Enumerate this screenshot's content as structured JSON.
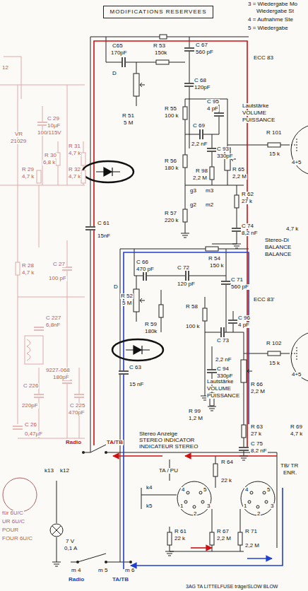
{
  "diagram": {
    "title": "MODIFICATIONS RESERVEES",
    "labels": [
      "3 = Wiedergabe Mo",
      "Wiedergabe St",
      "4 = Aufnahme Ste",
      "5 = Wiedergabe",
      "12",
      "C65",
      "170pF",
      "R 53",
      "150k",
      "C 67",
      "560 pF",
      "ECC 83",
      "D",
      "C 68",
      "120pF",
      "Lautstärke",
      "VOLUME",
      "PUISSANCE",
      "R 51",
      "5 M",
      "R 55",
      "100 k",
      "C 95",
      "4 pF",
      "C 69",
      "2,2 nF",
      "R 101",
      "15 k",
      "C 93",
      "330pF",
      "R 56",
      "180 k",
      "R 98",
      "2,2 M",
      "R 65",
      "2,2 M",
      "4+5",
      "g3",
      "m3",
      "g2",
      "m2",
      "R 62",
      "27 k",
      "R 57",
      "220 k",
      "C 74",
      "8,2 nF",
      "4,7 k",
      "C 29",
      "10µF",
      "100/115V",
      "VR",
      "21029",
      "R 30",
      "6,8 k",
      "R 31",
      "4,7 k",
      "R 29",
      "4,7 k",
      "R 32",
      "4,7 k",
      "C 61",
      "15nF",
      "R 28",
      "4,7 k",
      "C 27",
      "100 pF",
      "C 227",
      "6,8nF",
      "9227-068",
      "180pF",
      "C 226",
      "220pF",
      "C 225",
      "470pF",
      "C 26",
      "0,47µF",
      "C 66",
      "470 pF",
      "R 54",
      "150 k",
      "Stereo-Di",
      "BALANCE",
      "BALANCE",
      "C 72",
      "120 pF",
      "C 71",
      "560 pF",
      "D",
      "ECC 83'",
      "R 52",
      "5 M",
      "R 59",
      "180k",
      "R 58",
      "100 k",
      "C 96",
      "4 pF",
      "C 73",
      "2,2 nF",
      "R 102",
      "15 k",
      "C 94",
      "330pF",
      "C 63",
      "15 nF",
      "Lautstärke",
      "VOLUME",
      "PUISSANCE",
      "R 66",
      "2,2 M",
      "R 99",
      "1,2 M",
      "R 63",
      "27 k",
      "R 69",
      "4,7 k",
      "4+5",
      "C 75",
      "8,2 nF",
      "Stereo Anzeige",
      "STEREO INDICATOR",
      "INDICATEUR STEREO",
      "Radio",
      "TA/TB",
      "k13",
      "k12",
      "TA / PU",
      "TB/ TR",
      "ENR.",
      "R 64",
      "22 k",
      "k4",
      "k5",
      "R 61",
      "22 k",
      "R 67",
      "2,2 M",
      "R 71",
      "2,2 M",
      "1",
      "2",
      "3",
      "4",
      "5",
      "1",
      "2",
      "3",
      "4",
      "5",
      "7 V",
      "0,1 A",
      "m 4",
      "m 5",
      "m 6",
      "Radio",
      "TA/TB",
      "3AG TA LITTELFUSE träge/SLOW BLOW",
      "für 6U/C",
      "UR 6U/C",
      "POUR",
      "FOUR 6U/C"
    ]
  }
}
